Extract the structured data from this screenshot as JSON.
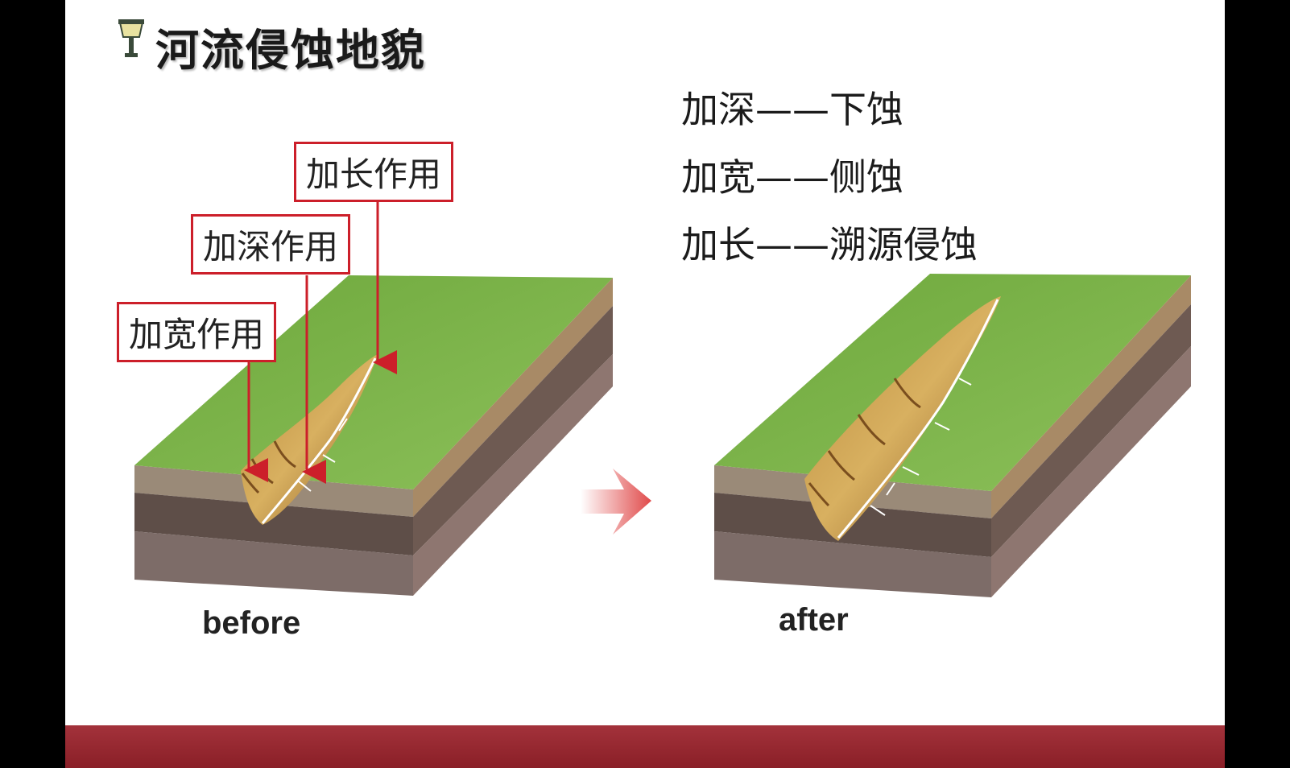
{
  "title": "河流侵蚀地貌",
  "terms": [
    {
      "text": "加深——下蚀"
    },
    {
      "text": "加宽——侧蚀"
    },
    {
      "text": "加长——溯源侵蚀"
    }
  ],
  "callouts": {
    "lengthen": "加长作用",
    "deepen": "加深作用",
    "widen": "加宽作用"
  },
  "captions": {
    "before": "before",
    "after": "after"
  },
  "colors": {
    "grass": "#7fb04a",
    "soil": "#9a7a5a",
    "rock_dark": "#5a4a45",
    "rock_mid": "#7a6560",
    "callout_border": "#cc1f2a",
    "footer": "#8a1f27",
    "arrow": "#e05050"
  },
  "icons": {
    "title_icon": "lamp-icon",
    "transition": "arrow-right-icon"
  }
}
